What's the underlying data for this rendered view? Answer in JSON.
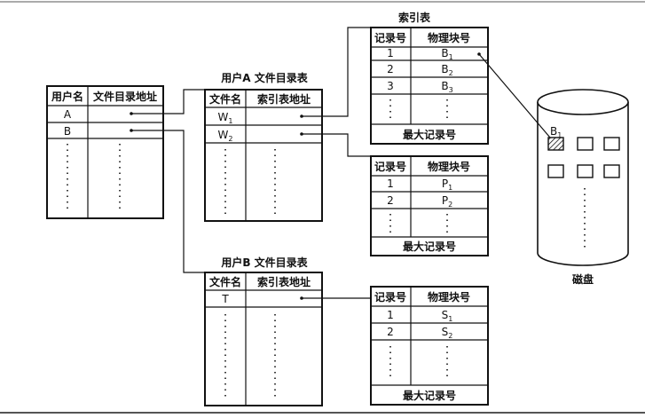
{
  "user_table": {
    "headers": [
      "用户名",
      "文件目录地址"
    ],
    "rows": [
      "A",
      "B"
    ]
  },
  "dir_a": {
    "title": "用户A 文件目录表",
    "headers": [
      "文件名",
      "索引表地址"
    ],
    "rows": [
      {
        "base": "W",
        "sub": "1"
      },
      {
        "base": "W",
        "sub": "2"
      }
    ]
  },
  "dir_b": {
    "title": "用户B 文件目录表",
    "headers": [
      "文件名",
      "索引表地址"
    ],
    "rows": [
      {
        "base": "T",
        "sub": ""
      }
    ]
  },
  "index_1": {
    "title": "索引表",
    "headers": [
      "记录号",
      "物理块号"
    ],
    "rows": [
      {
        "no": "1",
        "base": "B",
        "sub": "1"
      },
      {
        "no": "2",
        "base": "B",
        "sub": "2"
      },
      {
        "no": "3",
        "base": "B",
        "sub": "3"
      }
    ],
    "footer": "最大记录号"
  },
  "index_2": {
    "headers": [
      "记录号",
      "物理块号"
    ],
    "rows": [
      {
        "no": "1",
        "base": "P",
        "sub": "1"
      },
      {
        "no": "2",
        "base": "P",
        "sub": "2"
      }
    ],
    "footer": "最大记录号"
  },
  "index_3": {
    "headers": [
      "记录号",
      "物理块号"
    ],
    "rows": [
      {
        "no": "1",
        "base": "S",
        "sub": "1"
      },
      {
        "no": "2",
        "base": "S",
        "sub": "2"
      }
    ],
    "footer": "最大记录号"
  },
  "disk": {
    "label": "磁盘",
    "block_label": {
      "base": "B",
      "sub": "1"
    }
  }
}
